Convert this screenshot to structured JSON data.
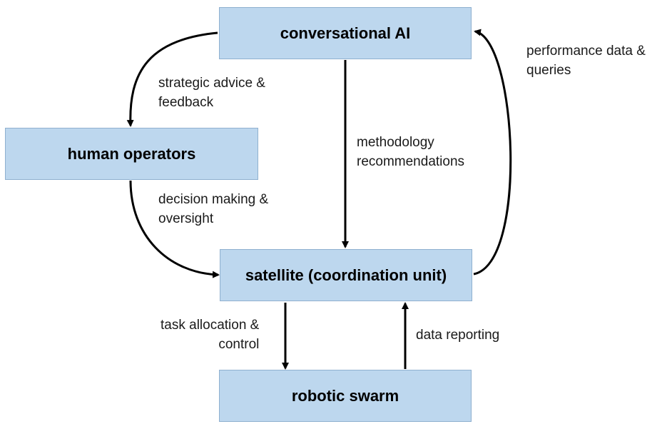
{
  "colors": {
    "box_fill": "#bdd7ee",
    "box_border": "#8fb0cf",
    "arrow": "#000000"
  },
  "nodes": {
    "conversational_ai": "conversational AI",
    "human_operators": "human operators",
    "satellite": "satellite (coordination unit)",
    "robotic_swarm": "robotic swarm"
  },
  "edges": {
    "strategic_advice": {
      "line1": "strategic advice &",
      "line2": "feedback"
    },
    "decision_making": {
      "line1": "decision making &",
      "line2": "oversight"
    },
    "methodology": {
      "line1": "methodology",
      "line2": "recommendations"
    },
    "performance_data": {
      "line1": "performance data &",
      "line2": "queries"
    },
    "task_allocation": {
      "line1": "task allocation &",
      "line2": "control"
    },
    "data_reporting": {
      "line1": "data reporting"
    }
  }
}
